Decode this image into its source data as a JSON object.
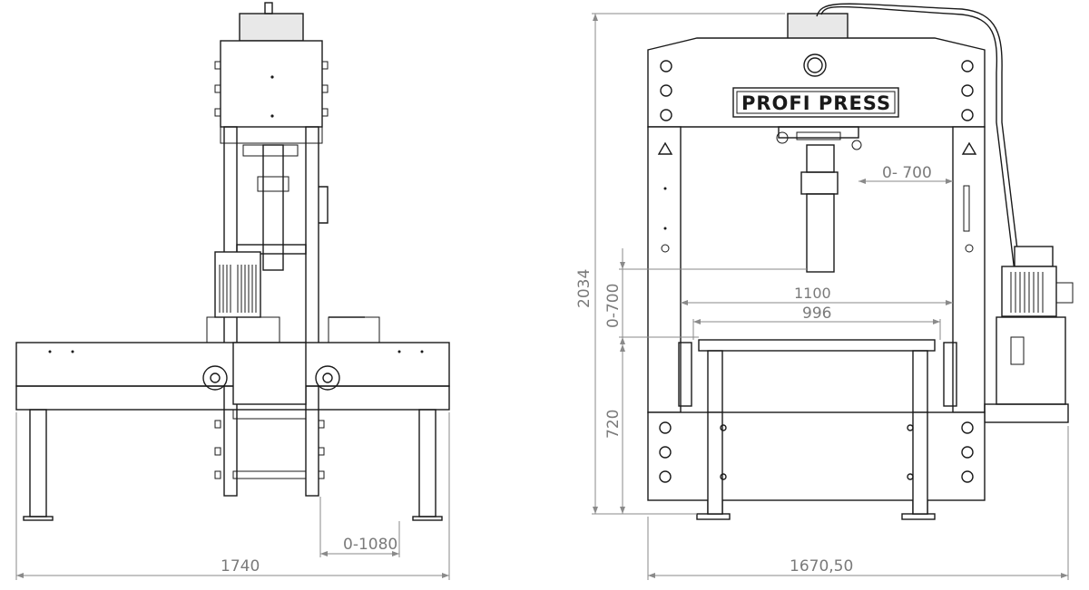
{
  "front_view": {
    "dim_width": "1740",
    "dim_table_travel": "0-1080"
  },
  "side_view": {
    "brand_plate": "PROFI PRESS",
    "dim_height": "2034",
    "dim_ram_stroke": "0- 700",
    "dim_table_height_range": "0-700",
    "dim_inner_width": "1100",
    "dim_table_width": "996",
    "dim_table_floor": "720",
    "dim_overall_width": "1670,50"
  }
}
